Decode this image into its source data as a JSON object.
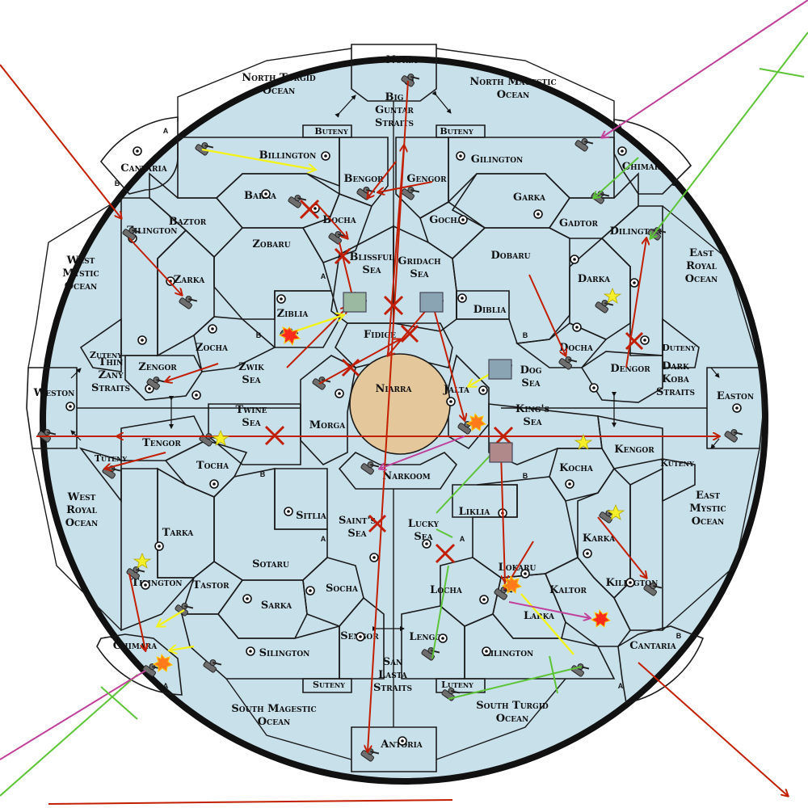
{
  "colors": {
    "sea": "#c8e0ea",
    "blue_land": "#7fb0c9",
    "rose_land": "#c99484",
    "green_land": "#a9c98f",
    "dark_green": "#6f8f5b",
    "purple_land": "#a9849f",
    "mauve_corner": "#b38a9c",
    "tan_land": "#e4c79a",
    "brown_land": "#d69a66",
    "dark_teal": "#3f6b80",
    "move_red": "#c21f00",
    "move_green": "#5cc437",
    "move_yellow": "#f2f21a",
    "move_magenta": "#c0409a"
  },
  "regions": [
    {
      "id": "noria",
      "label": "Noria"
    },
    {
      "id": "big-guntar-straits",
      "label": "Big\nGuntar\nStraits"
    },
    {
      "id": "north-turgid-ocean",
      "label": "North Turgid\nOcean"
    },
    {
      "id": "north-magestic-ocean",
      "label": "North Magestic\nOcean"
    },
    {
      "id": "buteny-nw",
      "label": "Buteny"
    },
    {
      "id": "buteny-ne",
      "label": "Buteny"
    },
    {
      "id": "cantaria-nw",
      "label": "Cantaria"
    },
    {
      "id": "chimara-ne",
      "label": "Chimara"
    },
    {
      "id": "billington",
      "label": "Billington"
    },
    {
      "id": "gilington",
      "label": "Gilington"
    },
    {
      "id": "bengor-n",
      "label": "Bengor"
    },
    {
      "id": "gengor-n",
      "label": "Gengor"
    },
    {
      "id": "barka",
      "label": "Barka"
    },
    {
      "id": "garka",
      "label": "Garka"
    },
    {
      "id": "baztor",
      "label": "Baztor"
    },
    {
      "id": "gadtor",
      "label": "Gadtor"
    },
    {
      "id": "bocha",
      "label": "Bocha"
    },
    {
      "id": "gocha-n",
      "label": "Gocha"
    },
    {
      "id": "zilington",
      "label": "Zilington"
    },
    {
      "id": "dilington",
      "label": "Dilington"
    },
    {
      "id": "zobaru",
      "label": "Zobaru"
    },
    {
      "id": "dobaru",
      "label": "Dobaru"
    },
    {
      "id": "blissful-sea",
      "label": "Blissful\nSea"
    },
    {
      "id": "gridach-sea",
      "label": "Gridach\nSea"
    },
    {
      "id": "west-mystic-ocean",
      "label": "West\nMystic\nOcean"
    },
    {
      "id": "east-royal-ocean",
      "label": "East\nRoyal\nOcean"
    },
    {
      "id": "zarka",
      "label": "Zarka"
    },
    {
      "id": "darka",
      "label": "Darka"
    },
    {
      "id": "ziblia",
      "label": "Ziblia"
    },
    {
      "id": "diblia",
      "label": "Diblia"
    },
    {
      "id": "fidige",
      "label": "Fidige"
    },
    {
      "id": "zocha",
      "label": "Zocha"
    },
    {
      "id": "docha",
      "label": "Docha"
    },
    {
      "id": "zuteny",
      "label": "Zuteny"
    },
    {
      "id": "duteny",
      "label": "Duteny"
    },
    {
      "id": "zengor",
      "label": "Zengor"
    },
    {
      "id": "dengor",
      "label": "Dengor"
    },
    {
      "id": "niarra",
      "label": "Niarra"
    },
    {
      "id": "weston",
      "label": "Weston"
    },
    {
      "id": "easton",
      "label": "Easton"
    },
    {
      "id": "thin-zany-straits",
      "label": "Thin\nZany\nStraits"
    },
    {
      "id": "dark-koba-straits",
      "label": "Dark\nKoba\nStraits"
    },
    {
      "id": "zwik-sea",
      "label": "Zwik\nSea"
    },
    {
      "id": "dog-sea",
      "label": "Dog\nSea"
    },
    {
      "id": "jalta",
      "label": "Jalta"
    },
    {
      "id": "morga",
      "label": "Morga"
    },
    {
      "id": "twine-sea",
      "label": "Twine\nSea"
    },
    {
      "id": "kings-sea",
      "label": "King's\nSea"
    },
    {
      "id": "tengor",
      "label": "Tengor"
    },
    {
      "id": "kengor",
      "label": "Kengor"
    },
    {
      "id": "tocha",
      "label": "Tocha"
    },
    {
      "id": "kocha",
      "label": "Kocha"
    },
    {
      "id": "narkoom",
      "label": "Narkoom"
    },
    {
      "id": "tuteny",
      "label": "Tuteny"
    },
    {
      "id": "kuteny",
      "label": "Kuteny"
    },
    {
      "id": "west-royal-ocean",
      "label": "West\nRoyal\nOcean"
    },
    {
      "id": "east-mystic-ocean",
      "label": "East\nMystic\nOcean"
    },
    {
      "id": "sitlia",
      "label": "Sitlia"
    },
    {
      "id": "liklia",
      "label": "Liklia"
    },
    {
      "id": "tarka",
      "label": "Tarka"
    },
    {
      "id": "karka",
      "label": "Karka"
    },
    {
      "id": "saints-sea",
      "label": "Saint's\nSea"
    },
    {
      "id": "lucky-sea",
      "label": "Lucky\nSea"
    },
    {
      "id": "sotaru",
      "label": "Sotaru"
    },
    {
      "id": "lokaru",
      "label": "Lokaru"
    },
    {
      "id": "tilington",
      "label": "Tilington"
    },
    {
      "id": "kilington",
      "label": "Kilington"
    },
    {
      "id": "tastor",
      "label": "Tastor"
    },
    {
      "id": "kaltor",
      "label": "Kaltor"
    },
    {
      "id": "socha",
      "label": "Socha"
    },
    {
      "id": "locha",
      "label": "Locha"
    },
    {
      "id": "sarka",
      "label": "Sarka"
    },
    {
      "id": "larka",
      "label": "Larka"
    },
    {
      "id": "chimara-sw",
      "label": "Chimara"
    },
    {
      "id": "cantaria-se",
      "label": "Cantaria"
    },
    {
      "id": "silington",
      "label": "Silington"
    },
    {
      "id": "lilington",
      "label": "Lilington"
    },
    {
      "id": "sengor",
      "label": "Sengor"
    },
    {
      "id": "lengor",
      "label": "Lengor"
    },
    {
      "id": "san-lasta-straits",
      "label": "San\nLasta\nStraits"
    },
    {
      "id": "suteny",
      "label": "Suteny"
    },
    {
      "id": "luteny",
      "label": "Luteny"
    },
    {
      "id": "south-magestic-ocean",
      "label": "South Magestic\nOcean"
    },
    {
      "id": "south-turgid-ocean",
      "label": "South Turgid\nOcean"
    },
    {
      "id": "antoria",
      "label": "Antoria"
    }
  ],
  "coast_tags": {
    "a": "A",
    "b": "B"
  }
}
